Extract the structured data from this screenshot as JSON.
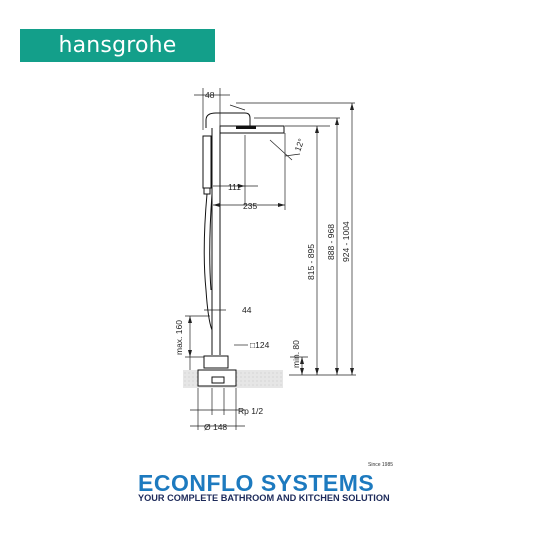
{
  "brand": {
    "name": "hansgrohe",
    "color": "#139f8a"
  },
  "dimensions": {
    "top_width": "48",
    "angle": "12°",
    "spout_offset": "111",
    "spout_reach": "235",
    "pipe_diameter": "44",
    "max_depth": "max. 160",
    "base_square": "□124",
    "min_depth": "min. 80",
    "height_1": "815 - 895",
    "height_2": "888 - 968",
    "height_3": "924 - 1004",
    "thread": "Rp 1/2",
    "base_diameter": "Ø 148"
  },
  "footer": {
    "company": "ECONFLO SYSTEMS",
    "since": "Since 1985",
    "tagline": "YOUR COMPLETE BATHROOM AND KITCHEN SOLUTION",
    "company_color": "#1d7abf",
    "tagline_color": "#1d2a5a"
  }
}
